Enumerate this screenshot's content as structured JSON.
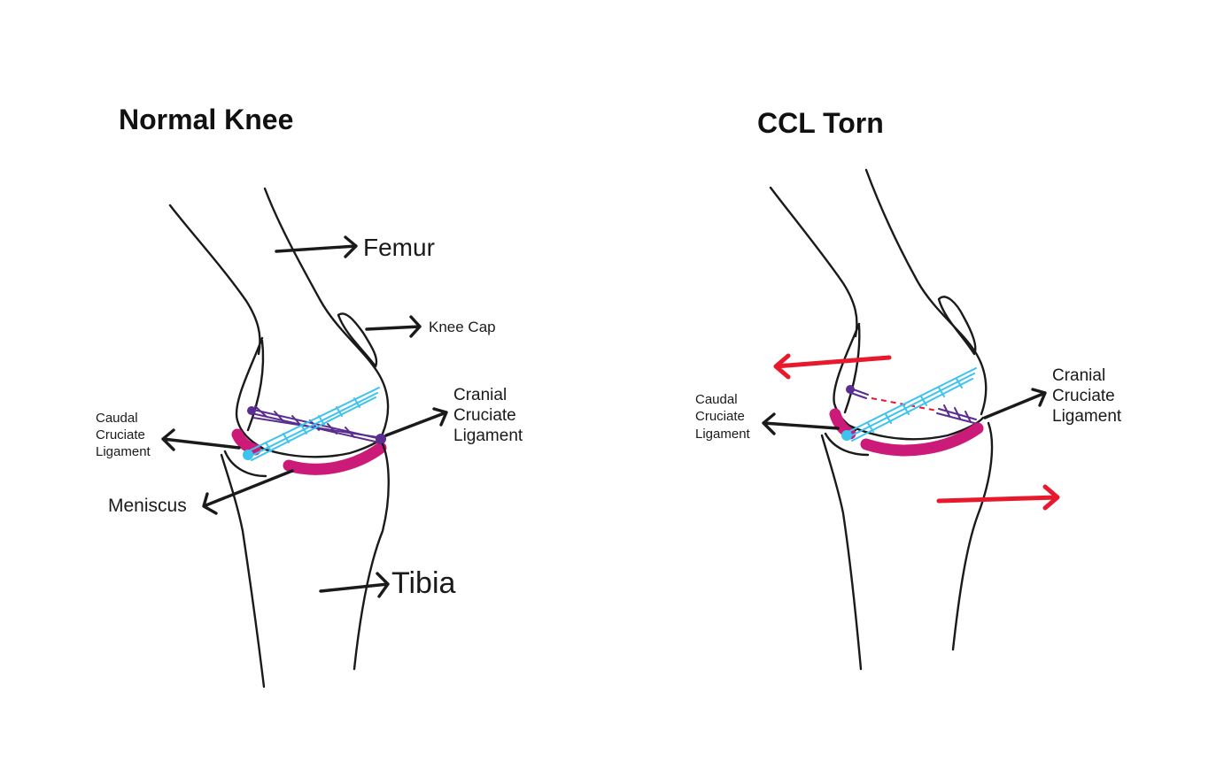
{
  "left_panel": {
    "title": "Normal Knee",
    "labels": {
      "femur": "Femur",
      "knee_cap": "Knee Cap",
      "cranial_line1": "Cranial",
      "cranial_line2": "Cruciate",
      "cranial_line3": "Ligament",
      "caudal_line1": "Caudal",
      "caudal_line2": "Cruciate",
      "caudal_line3": "Ligament",
      "meniscus": "Meniscus",
      "tibia": "Tibia"
    }
  },
  "right_panel": {
    "title": "CCL Torn",
    "labels": {
      "cranial_line1": "Cranial",
      "cranial_line2": "Cruciate",
      "cranial_line3": "Ligament",
      "caudal_line1": "Caudal",
      "caudal_line2": "Cruciate",
      "caudal_line3": "Ligament"
    }
  },
  "colors": {
    "meniscus": "#cc1a78",
    "cranial_ligament": "#3ec3ef",
    "caudal_ligament": "#5a2d91",
    "instability_arrows": "#e8192c",
    "outline": "#1a1a1a"
  }
}
